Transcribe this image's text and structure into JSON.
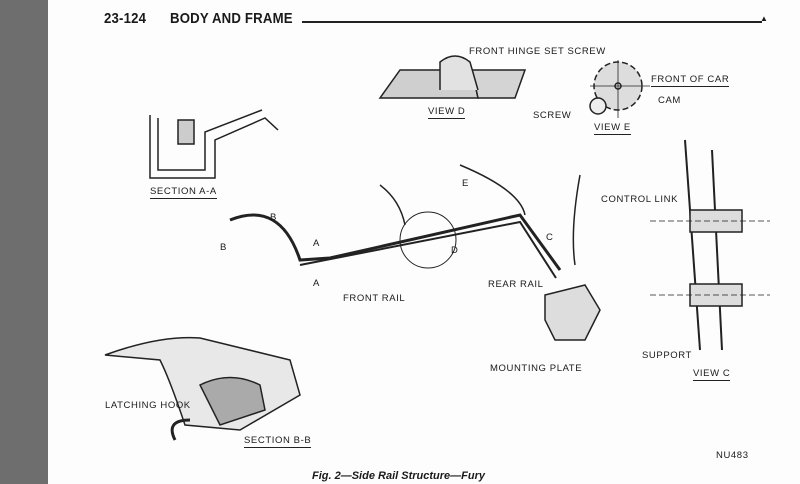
{
  "header": {
    "page_number": "23-124",
    "section": "BODY AND FRAME"
  },
  "labels": {
    "front_hinge_set_screw": "FRONT HINGE SET SCREW",
    "front_of_car": "FRONT OF CAR",
    "cam": "CAM",
    "screw": "SCREW",
    "view_d": "VIEW D",
    "view_e": "VIEW E",
    "section_aa": "SECTION A-A",
    "control_link": "CONTROL LINK",
    "rear_rail": "REAR RAIL",
    "front_rail": "FRONT RAIL",
    "mounting_plate": "MOUNTING PLATE",
    "support": "SUPPORT",
    "view_c": "VIEW C",
    "latching_hook": "LATCHING HOOK",
    "section_bb": "SECTION B-B",
    "a_top": "A",
    "a_bottom": "A",
    "b_top": "B",
    "b_left": "B",
    "d": "D",
    "callout_e": "E",
    "callout_c": "C"
  },
  "figure_id": "NU483",
  "caption": "Fig. 2—Side Rail Structure—Fury"
}
